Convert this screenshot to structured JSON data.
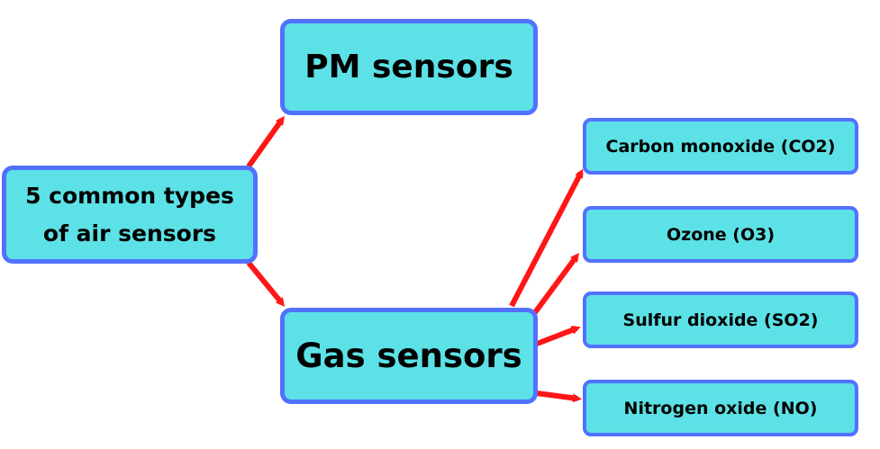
{
  "root": {
    "label": "5 common types of air sensors"
  },
  "categories": {
    "pm": "PM sensors",
    "gas": "Gas sensors"
  },
  "gases": [
    "Carbon monoxide (CO2)",
    "Ozone (O3)",
    "Sulfur dioxide (SO2)",
    "Nitrogen oxide (NO)"
  ],
  "colors": {
    "box_fill": "#5ce1e6",
    "box_border": "#5271ff",
    "arrow": "#ff1616",
    "text": "#000000"
  }
}
